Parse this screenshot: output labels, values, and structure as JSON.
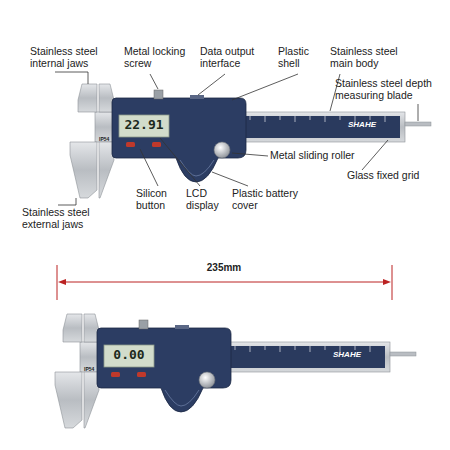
{
  "diagram": {
    "labels": [
      "Stainless steel internal jaws",
      "Metal locking screw",
      "Data output interface",
      "Plastic shell",
      "Stainless steel main body",
      "Stainless steel depth measuring blade",
      "IP54",
      "22.91",
      "SHAHE",
      "Metal sliding roller",
      "Glass fixed grid",
      "Silicon button",
      "LCD display",
      "Plastic battery cover",
      "Stainless steel external jaws",
      "235mm",
      "IP54",
      "0.00",
      "SHAHE"
    ]
  }
}
